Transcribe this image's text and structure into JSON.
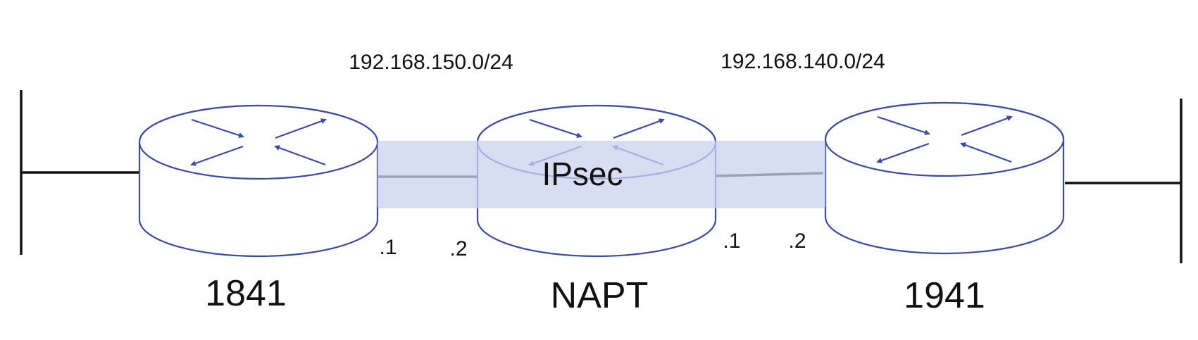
{
  "colors": {
    "router_outline": "#3a4aa8",
    "tunnel_fill": "#c9d3ee",
    "wire": "#111111"
  },
  "subnets": {
    "left": "192.168.150.0/24",
    "right": "192.168.140.0/24"
  },
  "tunnel": {
    "label": "IPsec"
  },
  "interfaces": {
    "r1841_right": ".1",
    "napt_left": ".2",
    "napt_right": ".1",
    "r1941_left": ".2"
  },
  "routers": {
    "r1841": {
      "name": "1841",
      "icon": "router-icon"
    },
    "napt": {
      "name": "NAPT",
      "icon": "router-icon"
    },
    "r1941": {
      "name": "1941",
      "icon": "router-icon"
    }
  }
}
